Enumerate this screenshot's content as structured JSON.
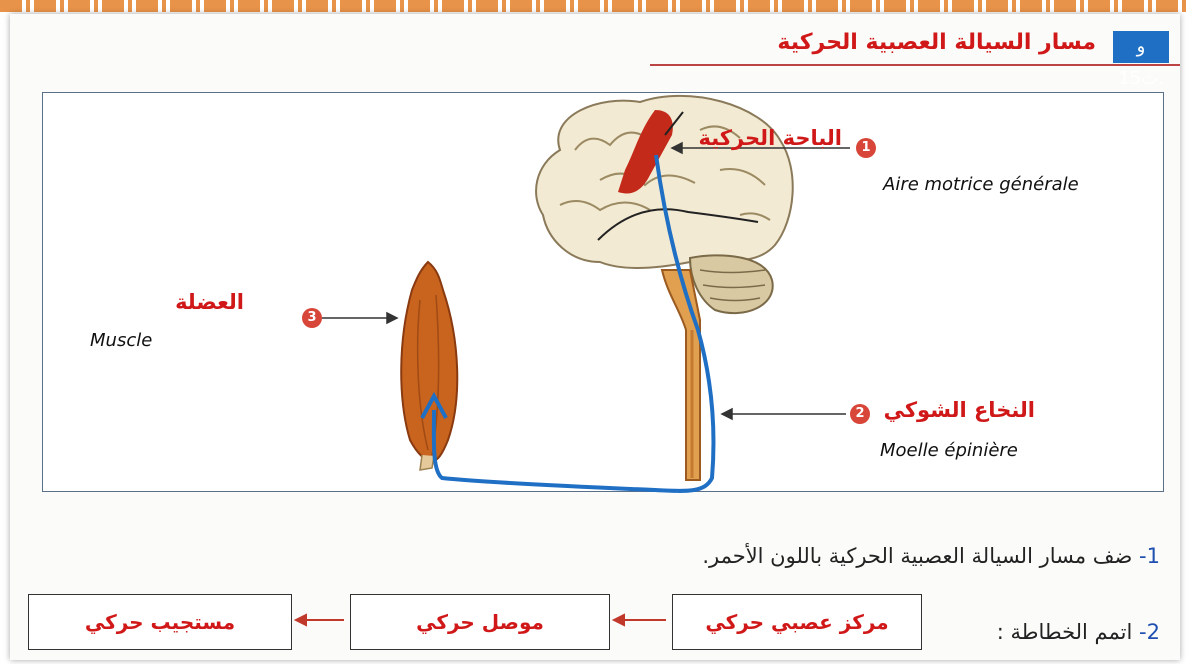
{
  "header": {
    "badge": "و ث15.",
    "title": "مسار السيالة العصبية الحركية"
  },
  "labels": {
    "motor_area": {
      "num": "1",
      "ar": "الباحة الحركية",
      "fr": "Aire motrice générale"
    },
    "spinal_cord": {
      "num": "2",
      "ar": "النخاع الشوكي",
      "fr": "Moelle épinière"
    },
    "muscle": {
      "num": "3",
      "ar": "العضلة",
      "fr": "Muscle"
    }
  },
  "questions": {
    "q1_num": "1-",
    "q1": "ضف مسار السيالة العصبية الحركية باللون الأحمر.",
    "q2_num": "2-",
    "q2": "اتمم الخطاطة :"
  },
  "scheme": {
    "box1": "مركز عصبي حركي",
    "box2": "موصل حركي",
    "box3": "مستجيب حركي"
  },
  "colors": {
    "title_red": "#d01818",
    "path_blue": "#1f6fc4",
    "badge_blue": "#1f6fc4"
  }
}
